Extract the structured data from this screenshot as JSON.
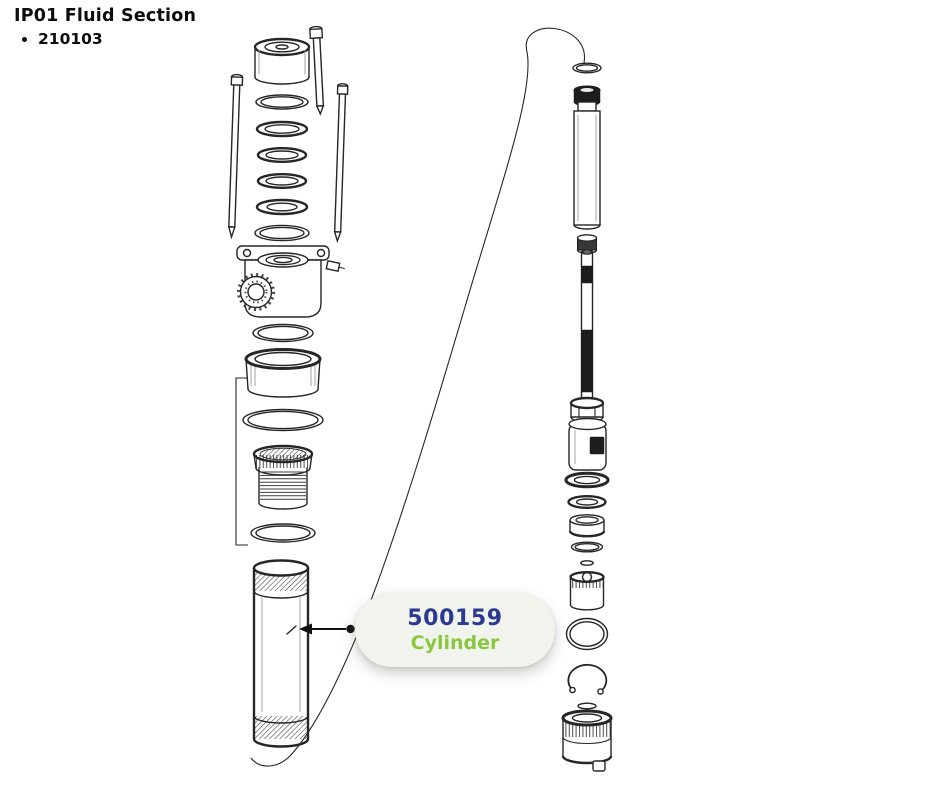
{
  "header": {
    "title": "IP01 Fluid Section",
    "part_number": "210103"
  },
  "callout": {
    "part_number": "500159",
    "label": "Cylinder"
  },
  "theme": {
    "callout_number": "#2b3990",
    "callout_label": "#8cc63f",
    "callout_bg": "#f0f4ed",
    "diagram_line": "#262626",
    "page_bg": "#ffffff"
  }
}
